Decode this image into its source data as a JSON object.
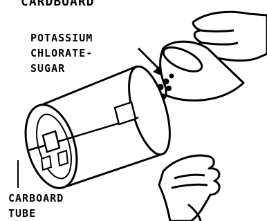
{
  "labels": {
    "top_partial": "CARDBOARD",
    "mixture_line1": "POTASSIUM",
    "mixture_line2": "CHLORATE-",
    "mixture_line3": "SUGAR",
    "tube_line1": "CARBOARD",
    "tube_line2": "TUBE"
  },
  "colors": {
    "ink": "#000000",
    "paper": "#ffffff"
  }
}
